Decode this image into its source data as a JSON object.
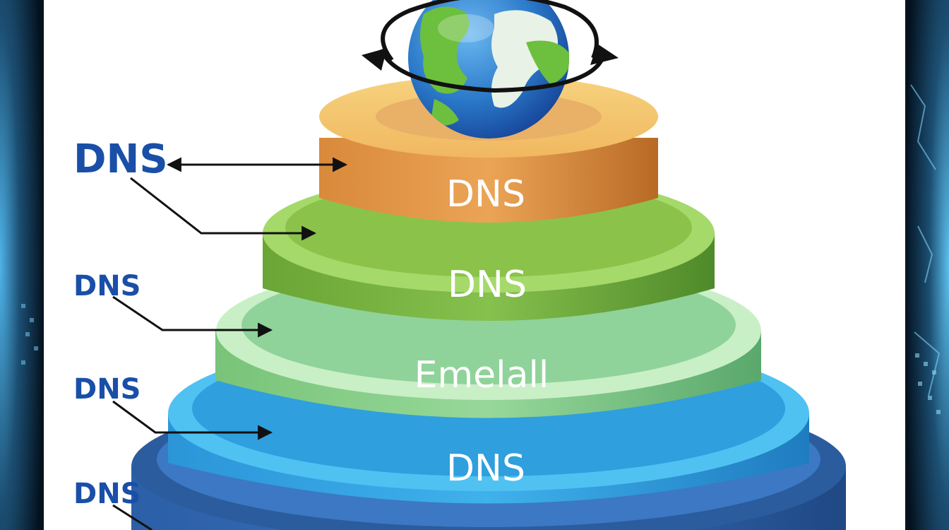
{
  "diagram": {
    "layers": [
      {
        "id": "orange",
        "label": "DNS"
      },
      {
        "id": "green",
        "label": "DNS"
      },
      {
        "id": "lightgreen",
        "label": "Emelall"
      },
      {
        "id": "blue",
        "label": "DNS"
      }
    ],
    "side_labels": [
      "DNS",
      "DNS",
      "DNS",
      "DNS"
    ],
    "colors": {
      "orange": "#e39a47",
      "green": "#7cb342",
      "lightgreen": "#8fd18f",
      "blue": "#33a3e0",
      "navy": "#2a5c9e",
      "label_blue": "#1a4fa8"
    }
  }
}
